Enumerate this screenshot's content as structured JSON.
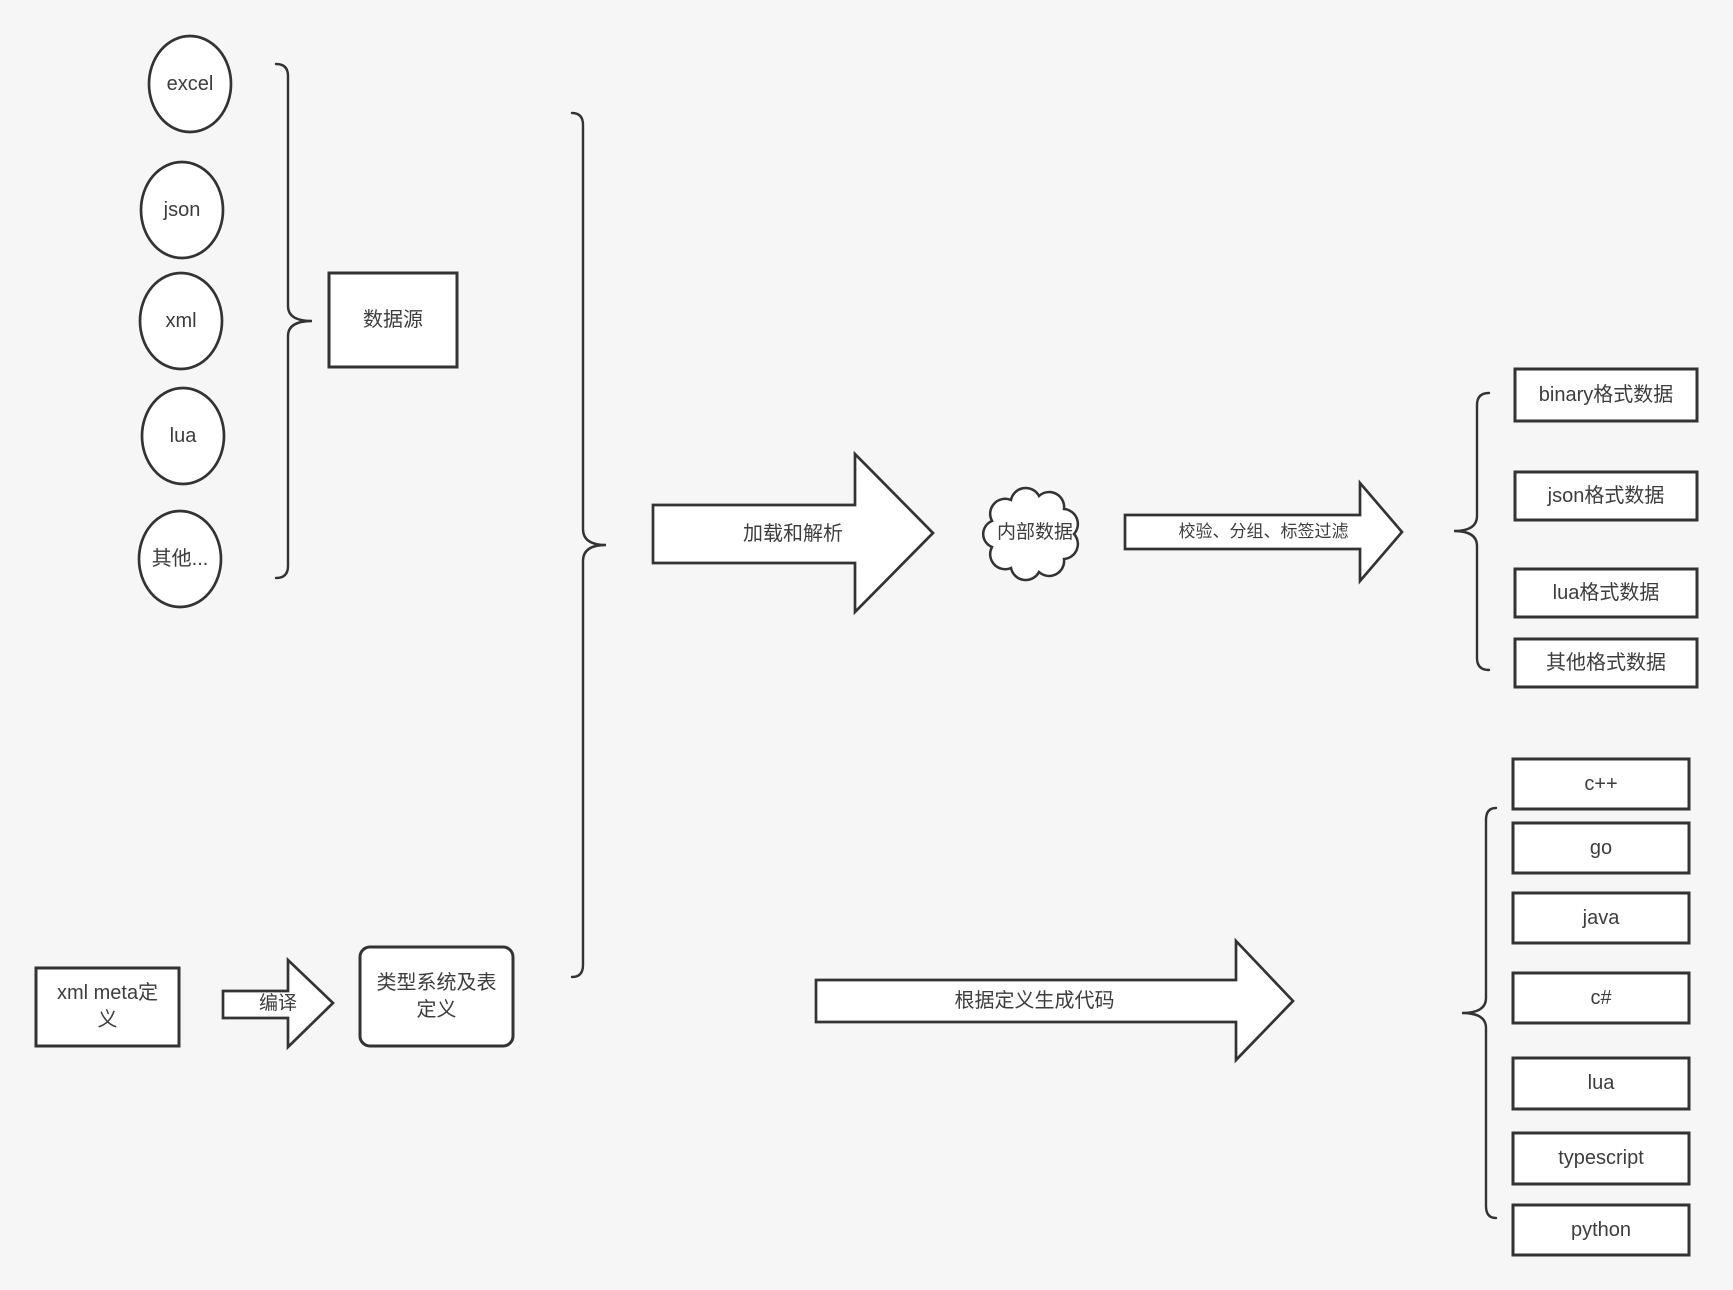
{
  "canvas": {
    "bg": "#f6f6f6",
    "stroke": "#333333",
    "fill": "#ffffff",
    "text": "#3d3d3d"
  },
  "sources": {
    "items": [
      "excel",
      "json",
      "xml",
      "lua",
      "其他..."
    ],
    "group_label": "数据源"
  },
  "pipeline": {
    "load_arrow_label": "加载和解析",
    "internal_data_label": "内部数据",
    "filter_arrow_label": "校验、分组、标签过滤"
  },
  "outputs": {
    "data_formats": [
      "binary格式数据",
      "json格式数据",
      "lua格式数据",
      "其他格式数据"
    ],
    "languages": [
      "c++",
      "go",
      "java",
      "c#",
      "lua",
      "typescript",
      "python"
    ]
  },
  "meta": {
    "xml_meta_label": "xml meta定义",
    "compile_arrow_label": "编译",
    "type_system_label": "类型系统及表定义",
    "codegen_arrow_label": "根据定义生成代码"
  }
}
